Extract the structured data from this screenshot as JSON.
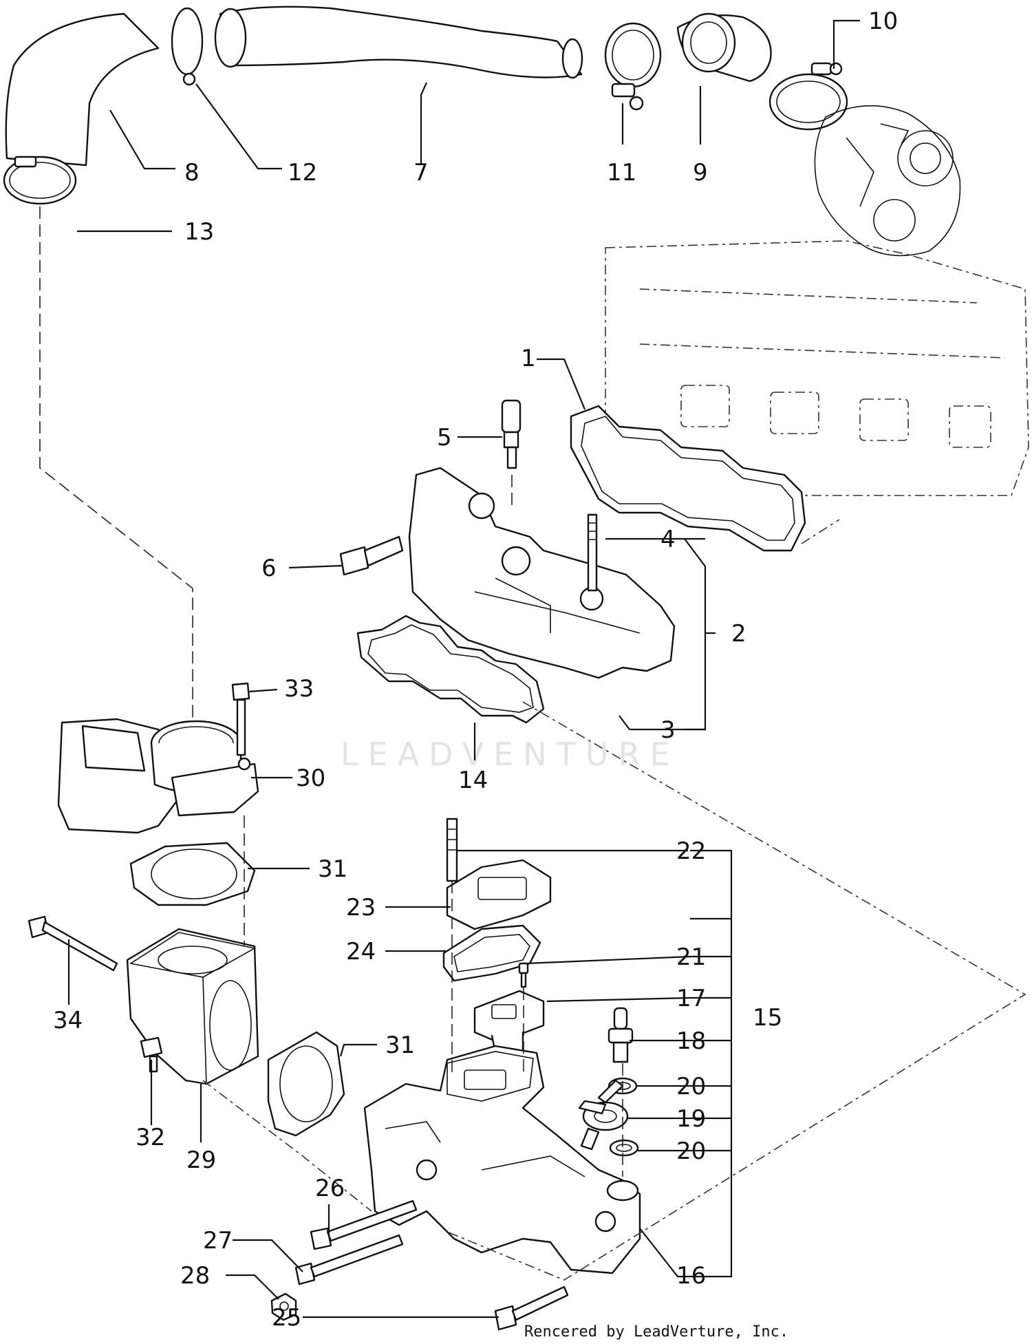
{
  "callouts": [
    {
      "id": "1",
      "label": "1"
    },
    {
      "id": "2",
      "label": "2"
    },
    {
      "id": "3",
      "label": "3"
    },
    {
      "id": "4",
      "label": "4"
    },
    {
      "id": "5",
      "label": "5"
    },
    {
      "id": "6",
      "label": "6"
    },
    {
      "id": "7",
      "label": "7"
    },
    {
      "id": "8",
      "label": "8"
    },
    {
      "id": "9",
      "label": "9"
    },
    {
      "id": "10",
      "label": "10"
    },
    {
      "id": "11",
      "label": "11"
    },
    {
      "id": "12",
      "label": "12"
    },
    {
      "id": "13",
      "label": "13"
    },
    {
      "id": "14",
      "label": "14"
    },
    {
      "id": "15",
      "label": "15"
    },
    {
      "id": "16",
      "label": "16"
    },
    {
      "id": "17",
      "label": "17"
    },
    {
      "id": "18",
      "label": "18"
    },
    {
      "id": "19",
      "label": "19"
    },
    {
      "id": "20a",
      "label": "20"
    },
    {
      "id": "20b",
      "label": "20"
    },
    {
      "id": "21",
      "label": "21"
    },
    {
      "id": "22",
      "label": "22"
    },
    {
      "id": "23",
      "label": "23"
    },
    {
      "id": "24",
      "label": "24"
    },
    {
      "id": "25",
      "label": "25"
    },
    {
      "id": "26",
      "label": "26"
    },
    {
      "id": "27",
      "label": "27"
    },
    {
      "id": "28",
      "label": "28"
    },
    {
      "id": "29",
      "label": "29"
    },
    {
      "id": "30",
      "label": "30"
    },
    {
      "id": "31a",
      "label": "31"
    },
    {
      "id": "31b",
      "label": "31"
    },
    {
      "id": "32",
      "label": "32"
    },
    {
      "id": "33",
      "label": "33"
    },
    {
      "id": "34",
      "label": "34"
    }
  ],
  "watermark": "LEADVENTURE",
  "credit": "Rencered by LeadVerture, Inc."
}
